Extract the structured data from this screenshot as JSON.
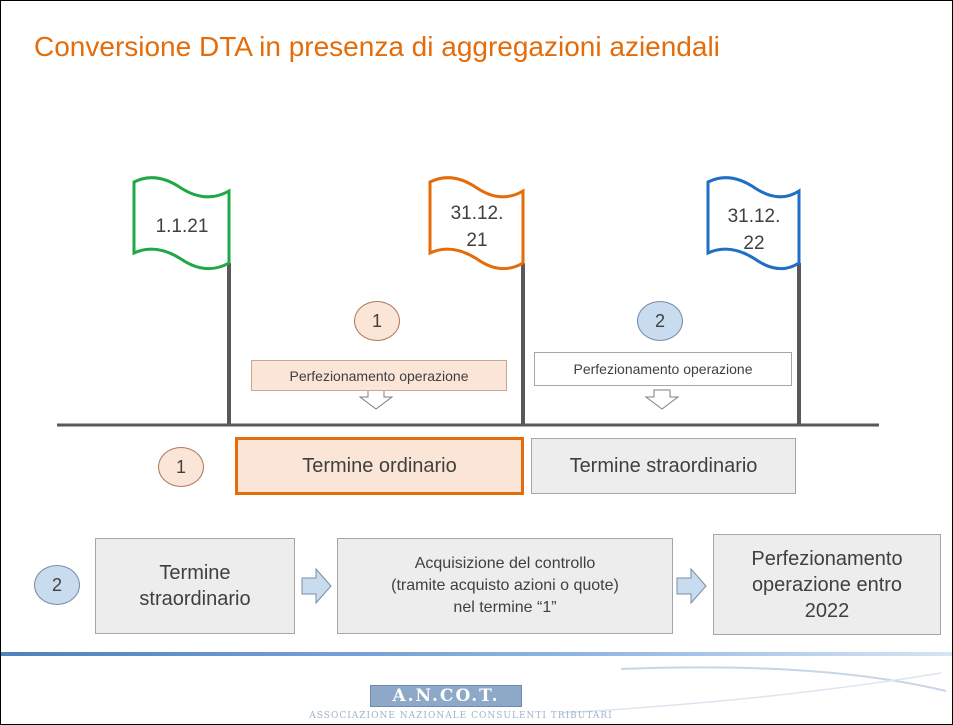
{
  "title": "Conversione DTA in presenza di aggregazioni aziendali",
  "flags": [
    {
      "text": "1.1.21",
      "color": "#1FA845"
    },
    {
      "text": "31.12.\n21",
      "color": "#E46C0A"
    },
    {
      "text": "31.12.\n22",
      "color": "#1F6FC5"
    }
  ],
  "timeline": {
    "marker1": "1",
    "marker2": "2",
    "label1": "Perfezionamento operazione",
    "label2": "Perfezionamento operazione"
  },
  "terms": {
    "marker": "1",
    "ordinario": "Termine ordinario",
    "straordinario": "Termine straordinario"
  },
  "process": {
    "marker": "2",
    "step1": [
      "Termine",
      "straordinario"
    ],
    "step2": [
      "Acquisizione del controllo",
      "(tramite acquisto azioni o quote)",
      "nel termine “1”"
    ],
    "step3": [
      "Perfezionamento",
      "operazione entro",
      "2022"
    ]
  },
  "footer": {
    "logo_text": "A.N.CO.T.",
    "tagline": "ASSOCIAZIONE NAZIONALE CONSULENTI TRIBUTARI"
  },
  "colors": {
    "title": "#E46C0A",
    "highlight_fill": "#FBE5D6",
    "highlight_border": "#E46C0A",
    "box_fill": "#EDEDED",
    "marker_blue": "#C9DBEF"
  }
}
